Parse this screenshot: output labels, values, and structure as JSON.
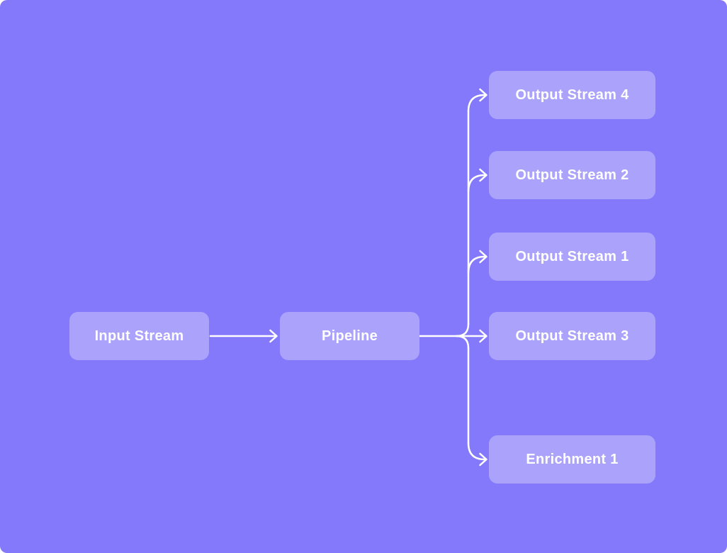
{
  "theme": {
    "canvas-bg": "#8478FB",
    "node-bg": "#AAA2FB",
    "node-text": "#FFFFFF",
    "connector": "#FFFFFF"
  },
  "diagram": {
    "nodes": {
      "input": {
        "label": "Input Stream"
      },
      "pipeline": {
        "label": "Pipeline"
      },
      "outputs": [
        {
          "label": "Output Stream 4"
        },
        {
          "label": "Output Stream 2"
        },
        {
          "label": "Output Stream 1"
        },
        {
          "label": "Output Stream 3"
        },
        {
          "label": "Enrichment 1"
        }
      ]
    },
    "edges": [
      {
        "from": "Input Stream",
        "to": "Pipeline"
      },
      {
        "from": "Pipeline",
        "to": "Output Stream 4"
      },
      {
        "from": "Pipeline",
        "to": "Output Stream 2"
      },
      {
        "from": "Pipeline",
        "to": "Output Stream 1"
      },
      {
        "from": "Pipeline",
        "to": "Output Stream 3"
      },
      {
        "from": "Pipeline",
        "to": "Enrichment 1"
      }
    ]
  }
}
